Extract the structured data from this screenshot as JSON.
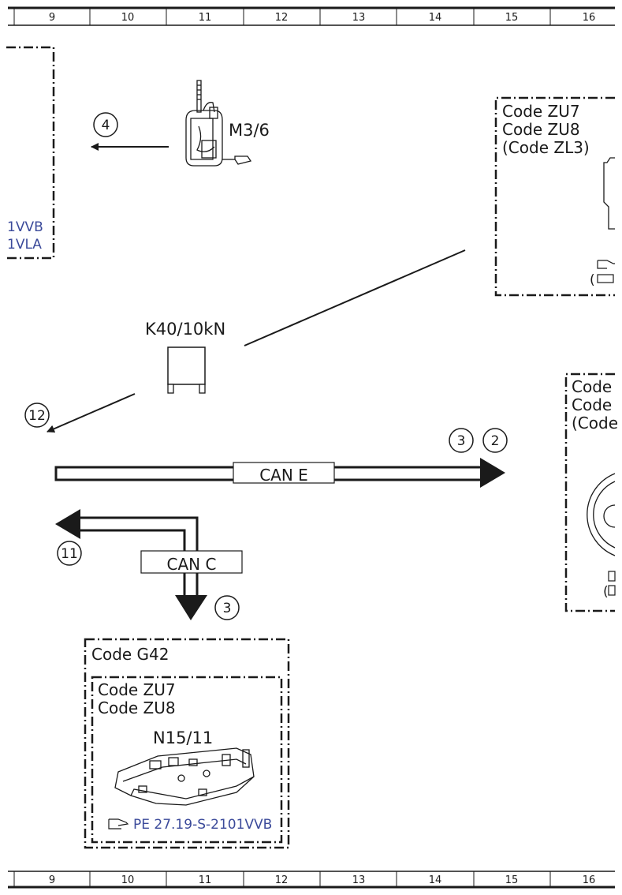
{
  "ruler": {
    "columns": [
      "9",
      "10",
      "11",
      "12",
      "13",
      "14",
      "15",
      "16"
    ]
  },
  "components": {
    "m3_6": "M3/6",
    "k40": "K40/10kN",
    "n15": "N15/11"
  },
  "left_box": {
    "lines": [
      "1VVB",
      "1VLA"
    ]
  },
  "top_right_box": {
    "lines": [
      "Code ZU7",
      "Code ZU8",
      "(Code ZL3)"
    ],
    "refs": [
      "",
      "("
    ]
  },
  "mid_right_box": {
    "lines": [
      "Code",
      "Code",
      "(Code"
    ],
    "refs": [
      "",
      "("
    ]
  },
  "g42_box": {
    "title": "Code G42"
  },
  "zu_box": {
    "lines": [
      "Code ZU7",
      "Code ZU8"
    ],
    "ref": "PE 27.19-S-2101VVB"
  },
  "bus": {
    "can_e": "CAN E",
    "can_c": "CAN C"
  },
  "markers": {
    "m4": "4",
    "m12": "12",
    "m3a": "3",
    "m2": "2",
    "m11": "11",
    "m3b": "3"
  },
  "colors": {
    "line": "#1a1a1a",
    "link": "#3b4a9a"
  }
}
